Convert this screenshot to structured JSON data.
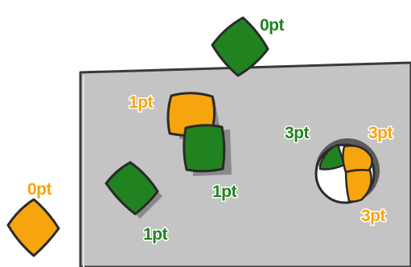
{
  "colors": {
    "board": "#c4c4c4",
    "board_edge": "#3a3a3a",
    "board_shadow": "#8a8a8a",
    "green": "#21831f",
    "orange": "#f6a50e",
    "outline": "#2a2a2a"
  },
  "bags": [
    {
      "id": "green-top",
      "color": "green",
      "label": "0pt",
      "location": "off-board"
    },
    {
      "id": "orange-left",
      "color": "orange",
      "label": "0pt",
      "location": "off-board"
    },
    {
      "id": "orange-center",
      "color": "orange",
      "label": "1pt",
      "location": "on-board"
    },
    {
      "id": "green-center",
      "color": "green",
      "label": "1pt",
      "location": "on-board"
    },
    {
      "id": "green-lower-left",
      "color": "green",
      "label": "1pt",
      "location": "on-board"
    },
    {
      "id": "green-hole",
      "color": "green",
      "label": "3pt",
      "location": "in-hole"
    },
    {
      "id": "orange-hole-top",
      "color": "orange",
      "label": "3pt",
      "location": "in-hole"
    },
    {
      "id": "orange-hole-bottom",
      "color": "orange",
      "label": "3pt",
      "location": "in-hole"
    }
  ]
}
